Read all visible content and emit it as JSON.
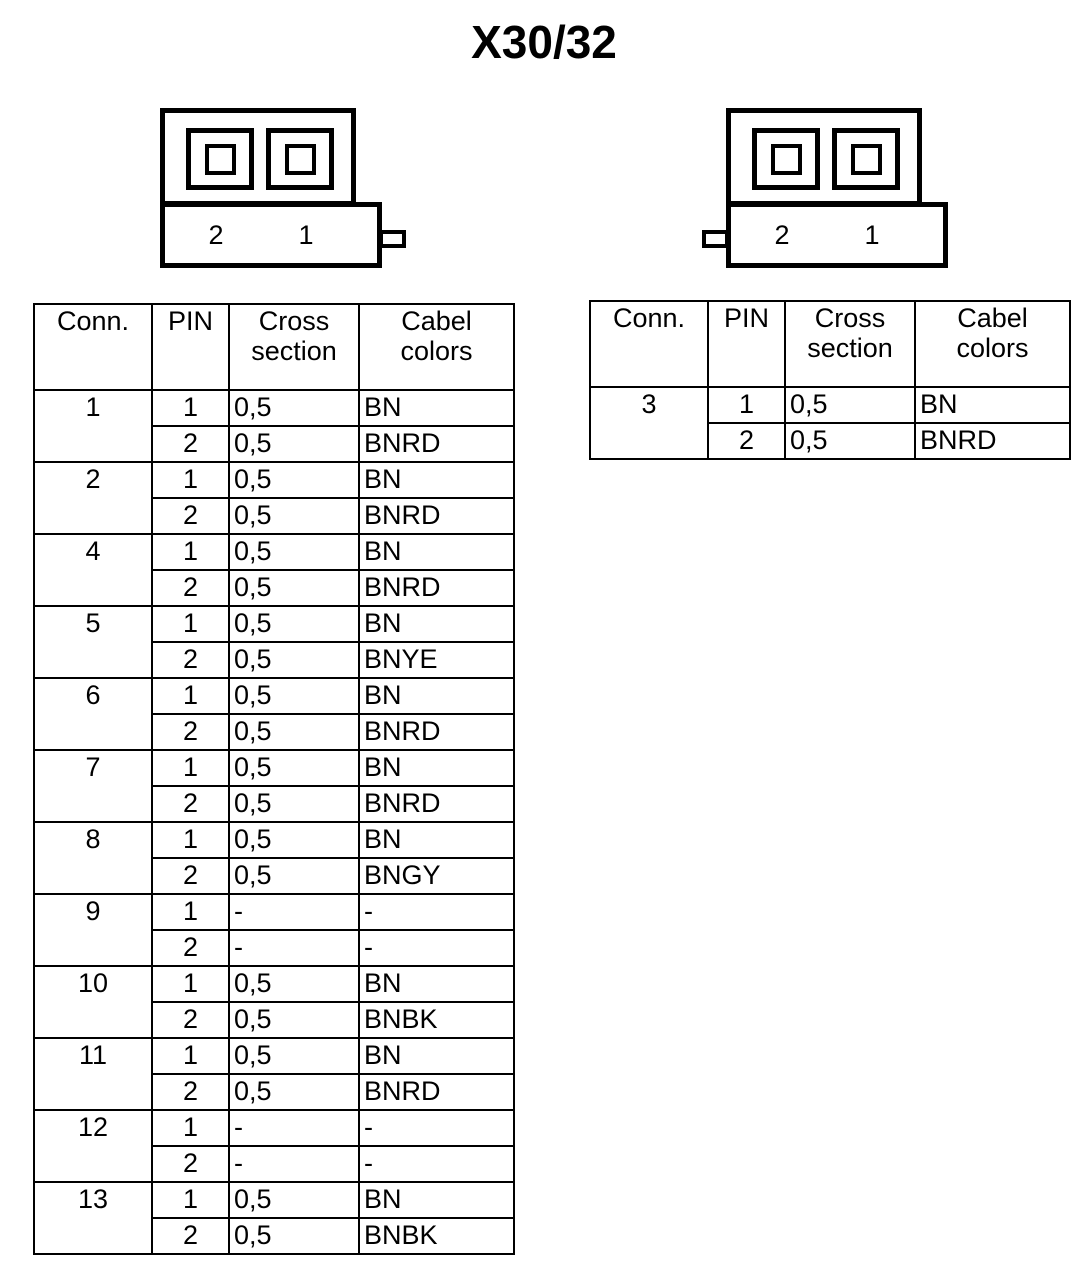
{
  "title": "X30/32",
  "connectors": [
    {
      "id": "left",
      "pin_labels": [
        "2",
        "1"
      ],
      "tab_side": "right"
    },
    {
      "id": "right",
      "pin_labels": [
        "2",
        "1"
      ],
      "tab_side": "left"
    }
  ],
  "tables": [
    {
      "id": "left-table",
      "headers": [
        "Conn.",
        "PIN",
        "Cross section",
        "Cabel colors"
      ],
      "header_lines": {
        "conn": "Conn.",
        "pin": "PIN",
        "cross_1": "Cross",
        "cross_2": "section",
        "color_1": "Cabel",
        "color_2": "colors"
      },
      "rows": [
        {
          "conn": "1",
          "pins": [
            {
              "pin": "1",
              "cross": "0,5",
              "color": "BN"
            },
            {
              "pin": "2",
              "cross": "0,5",
              "color": "BNRD"
            }
          ]
        },
        {
          "conn": "2",
          "pins": [
            {
              "pin": "1",
              "cross": "0,5",
              "color": "BN"
            },
            {
              "pin": "2",
              "cross": "0,5",
              "color": "BNRD"
            }
          ]
        },
        {
          "conn": "4",
          "pins": [
            {
              "pin": "1",
              "cross": "0,5",
              "color": "BN"
            },
            {
              "pin": "2",
              "cross": "0,5",
              "color": "BNRD"
            }
          ]
        },
        {
          "conn": "5",
          "pins": [
            {
              "pin": "1",
              "cross": "0,5",
              "color": "BN"
            },
            {
              "pin": "2",
              "cross": "0,5",
              "color": "BNYE"
            }
          ]
        },
        {
          "conn": "6",
          "pins": [
            {
              "pin": "1",
              "cross": "0,5",
              "color": "BN"
            },
            {
              "pin": "2",
              "cross": "0,5",
              "color": "BNRD"
            }
          ]
        },
        {
          "conn": "7",
          "pins": [
            {
              "pin": "1",
              "cross": "0,5",
              "color": "BN"
            },
            {
              "pin": "2",
              "cross": "0,5",
              "color": "BNRD"
            }
          ]
        },
        {
          "conn": "8",
          "pins": [
            {
              "pin": "1",
              "cross": "0,5",
              "color": "BN"
            },
            {
              "pin": "2",
              "cross": "0,5",
              "color": "BNGY"
            }
          ]
        },
        {
          "conn": "9",
          "pins": [
            {
              "pin": "1",
              "cross": "-",
              "color": "-"
            },
            {
              "pin": "2",
              "cross": "-",
              "color": "-"
            }
          ]
        },
        {
          "conn": "10",
          "pins": [
            {
              "pin": "1",
              "cross": "0,5",
              "color": "BN"
            },
            {
              "pin": "2",
              "cross": "0,5",
              "color": "BNBK"
            }
          ]
        },
        {
          "conn": "11",
          "pins": [
            {
              "pin": "1",
              "cross": "0,5",
              "color": "BN"
            },
            {
              "pin": "2",
              "cross": "0,5",
              "color": "BNRD"
            }
          ]
        },
        {
          "conn": "12",
          "pins": [
            {
              "pin": "1",
              "cross": "-",
              "color": "-"
            },
            {
              "pin": "2",
              "cross": "-",
              "color": "-"
            }
          ]
        },
        {
          "conn": "13",
          "pins": [
            {
              "pin": "1",
              "cross": "0,5",
              "color": "BN"
            },
            {
              "pin": "2",
              "cross": "0,5",
              "color": "BNBK"
            }
          ]
        }
      ]
    },
    {
      "id": "right-table",
      "headers": [
        "Conn.",
        "PIN",
        "Cross section",
        "Cabel colors"
      ],
      "header_lines": {
        "conn": "Conn.",
        "pin": "PIN",
        "cross_1": "Cross",
        "cross_2": "section",
        "color_1": "Cabel",
        "color_2": "colors"
      },
      "rows": [
        {
          "conn": "3",
          "pins": [
            {
              "pin": "1",
              "cross": "0,5",
              "color": "BN"
            },
            {
              "pin": "2",
              "cross": "0,5",
              "color": "BNRD"
            }
          ]
        }
      ]
    }
  ],
  "colors": {
    "ink": "#000000",
    "paper": "#ffffff"
  }
}
